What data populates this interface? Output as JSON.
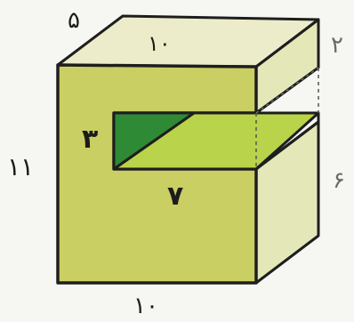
{
  "figure": {
    "labels": {
      "depth_top_left": "۵",
      "width_top": "۱۰",
      "depth_top_right": "۲",
      "height_left": "۱۱",
      "notch_height": "۳",
      "notch_width": "۷",
      "height_right": "۶",
      "width_bottom": "۱۰"
    }
  },
  "colors": {
    "front_face": "#c9cf62",
    "top_face": "#ececca",
    "side_face": "#e4e7b7",
    "notch_top": "#b9d34a",
    "notch_dark": "#2f8a35",
    "outline": "#1e1e1e",
    "dashed": "#555555"
  }
}
